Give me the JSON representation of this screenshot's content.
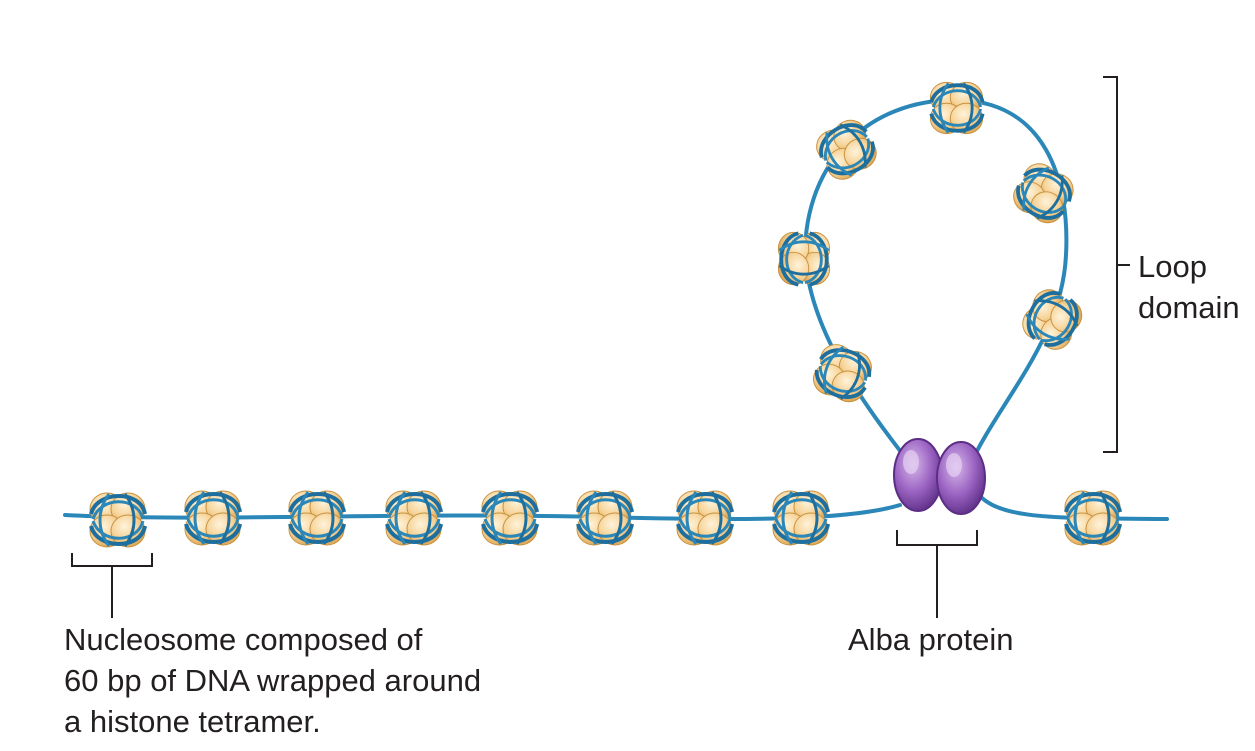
{
  "labels": {
    "nucleosome": [
      "Nucleosome composed of",
      "60 bp of DNA wrapped around",
      "a histone tetramer."
    ],
    "alba": "Alba protein",
    "loop_domain": [
      "Loop",
      "domain"
    ]
  },
  "colors": {
    "dna": "#2b87b8",
    "dna_highlight": "#7cc3e3",
    "histone_light": "#fbe6bd",
    "histone_mid": "#f0c27a",
    "histone_dark": "#d79a3c",
    "alba_light": "#b98fd0",
    "alba_dark": "#6f3c98",
    "bracket": "#231f20"
  },
  "icons": [
    "nucleosome-icon",
    "alba-protein-icon"
  ]
}
